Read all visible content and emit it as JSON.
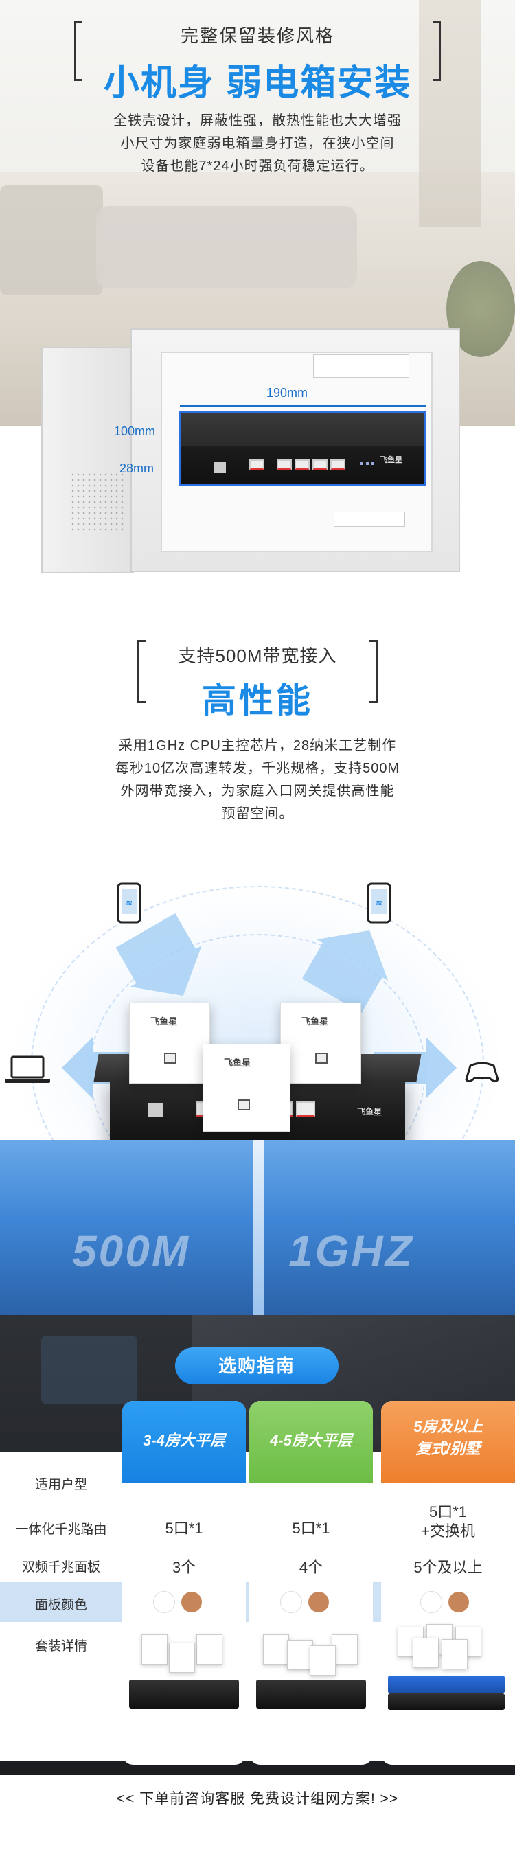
{
  "section1": {
    "subtitle": "完整保留装修风格",
    "title": "小机身 弱电箱安装",
    "paragraph": [
      "全铁壳设计，屏蔽性强，散热性能也大大增强",
      "小尺寸为家庭弱电箱量身打造，在狭小空间",
      "设备也能7*24小时强负荷稳定运行。"
    ],
    "dimensions": {
      "width": "190mm",
      "depth": "100mm",
      "height": "28mm"
    },
    "device_logo": "飞鱼星"
  },
  "section2": {
    "subtitle": "支持500M带宽接入",
    "title": "高性能",
    "paragraph": [
      "采用1GHz CPU主控芯片，28纳米工艺制作",
      "每秒10亿次高速转发，千兆规格，支持500M",
      "外网带宽接入，为家庭入口网关提供高性能",
      "预留空间。"
    ],
    "floor_labels": {
      "left": "500M",
      "right": "1GHZ"
    },
    "panel_logo": "飞鱼星",
    "router_logo": "飞鱼星"
  },
  "guide": {
    "button": "选购指南",
    "row_labels": [
      "适用户型",
      "一体化千兆路由",
      "双频千兆面板",
      "面板颜色",
      "套装详情"
    ],
    "columns": [
      {
        "head": [
          "3-4房大平层"
        ],
        "router": "5口*1",
        "panels": "3个",
        "color": "#1a84e4"
      },
      {
        "head": [
          "4-5房大平层"
        ],
        "router": "5口*1",
        "panels": "4个",
        "color": "#6cbd45"
      },
      {
        "head": [
          "5房及以上",
          "复式/别墅"
        ],
        "router": [
          "5口*1",
          "+交换机"
        ],
        "panels": "5个及以上",
        "color": "#ee7f2d"
      }
    ],
    "panel_colors": [
      "#ffffff",
      "#c7865a"
    ],
    "footer": "<< 下单前咨询客服 免费设计组网方案! >>"
  }
}
